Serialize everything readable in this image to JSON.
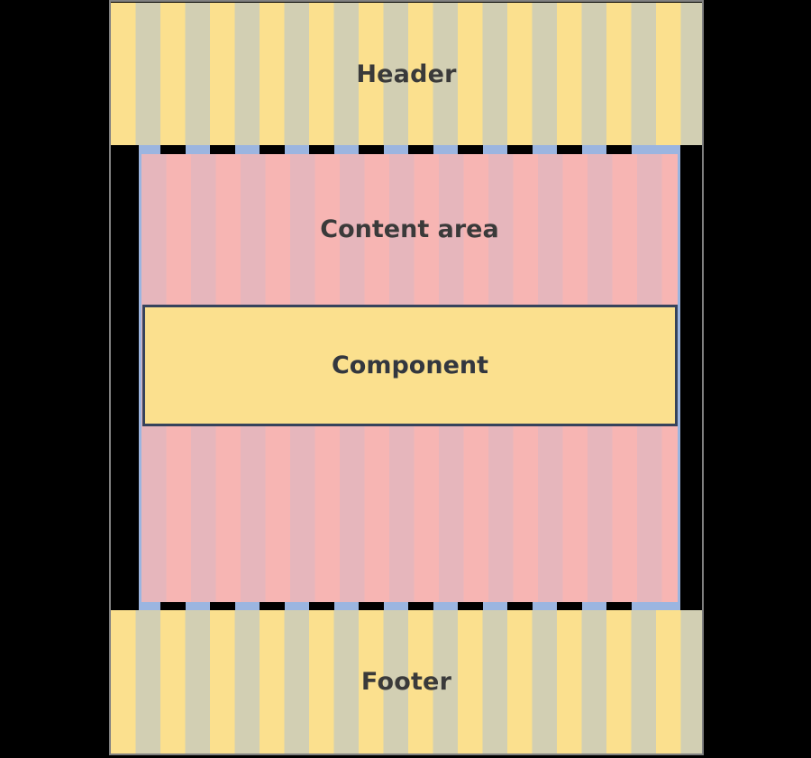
{
  "page": {
    "background_color": "#000000",
    "container_border_color": "#808080"
  },
  "header": {
    "label": "Header",
    "stripe_color_a": "#fbe08e",
    "stripe_color_b": "#d2cfb3",
    "text_color": "#3a3a3a"
  },
  "content": {
    "label": "Content area",
    "stripe_color_a": "#e6b6bc",
    "stripe_color_b": "#f7b5b3",
    "text_color": "#3a3a3a",
    "border_style": "dashed",
    "border_dash_color": "#000000",
    "border_edge_color": "#9bb5e0"
  },
  "component": {
    "label": "Component",
    "fill_color": "#fbe08e",
    "border_color": "#36435c",
    "text_color": "#33373f"
  },
  "footer": {
    "label": "Footer",
    "stripe_color_a": "#fbe08e",
    "stripe_color_b": "#d2cfb3",
    "text_color": "#3a3a3a"
  }
}
